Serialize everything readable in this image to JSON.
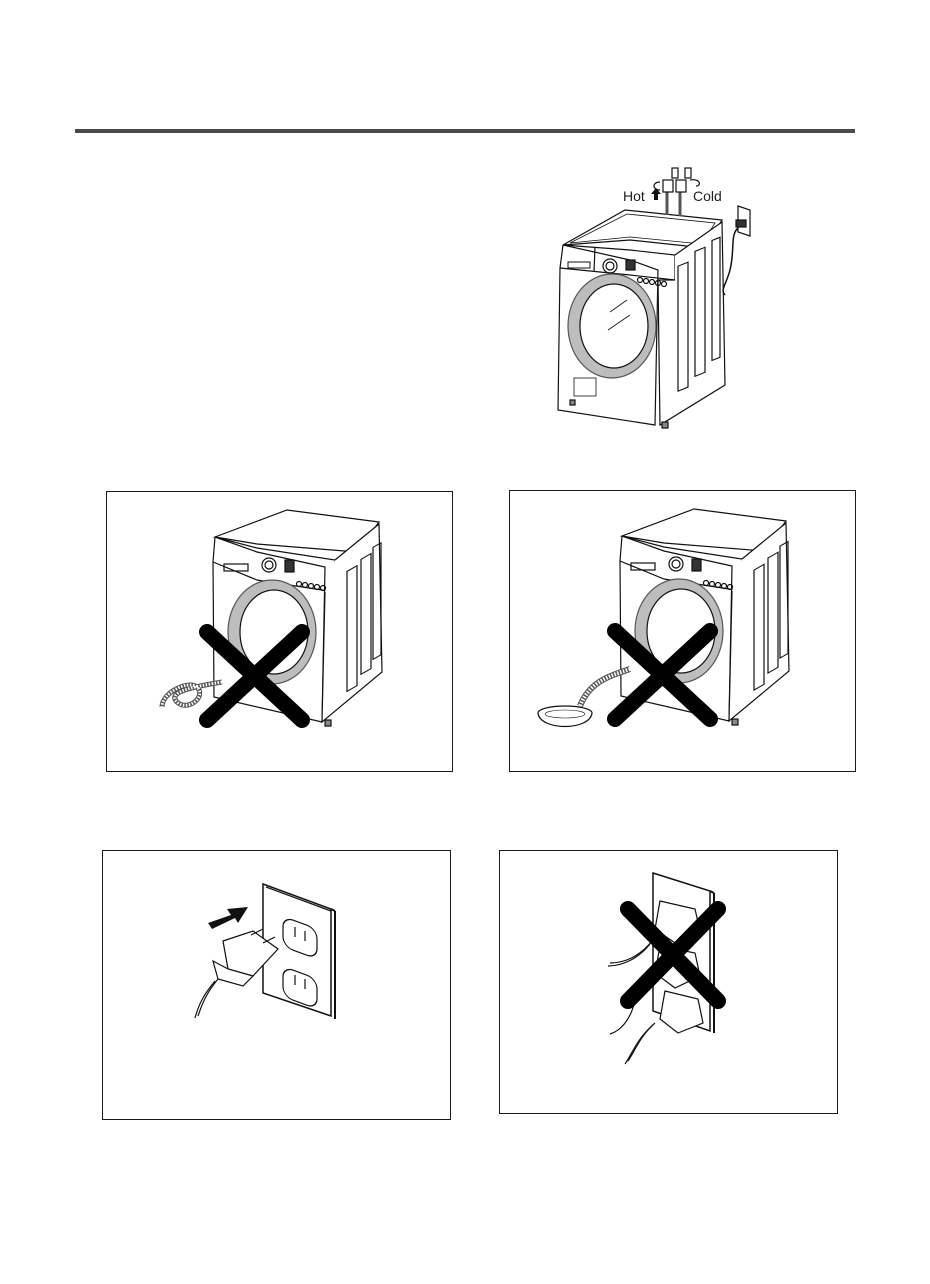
{
  "page": {
    "header_rule": true,
    "background": "#ffffff",
    "rule_color": "#4a4a4a"
  },
  "hero_figure": {
    "description": "Front-loading washing machine connected to hot and cold water taps and a wall power outlet",
    "labels": {
      "hot": "Hot",
      "cold": "Cold"
    },
    "icons": [
      "washing-machine-icon",
      "water-tap-icon",
      "arrow-up-icon",
      "power-outlet-icon",
      "power-cord-icon"
    ]
  },
  "panels": [
    {
      "id": "drain-hose-floor",
      "description": "Washing machine with drain hose coiled on floor — crossed out (incorrect)",
      "status": "prohibited",
      "mark": "X"
    },
    {
      "id": "drain-hose-basin",
      "description": "Washing machine with drain hose submerged in a basin of water — crossed out (incorrect)",
      "status": "prohibited",
      "mark": "X"
    },
    {
      "id": "plug-in-single",
      "description": "Plug being inserted fully into a wall outlet with arrow — correct",
      "status": "correct",
      "mark": ""
    },
    {
      "id": "multiple-plugs",
      "description": "Multiple plugs in one outlet — crossed out (incorrect)",
      "status": "prohibited",
      "mark": "X"
    }
  ],
  "colors": {
    "ink": "#111111",
    "x_mark": "#000000",
    "door_ring": "#9a9a9a"
  }
}
